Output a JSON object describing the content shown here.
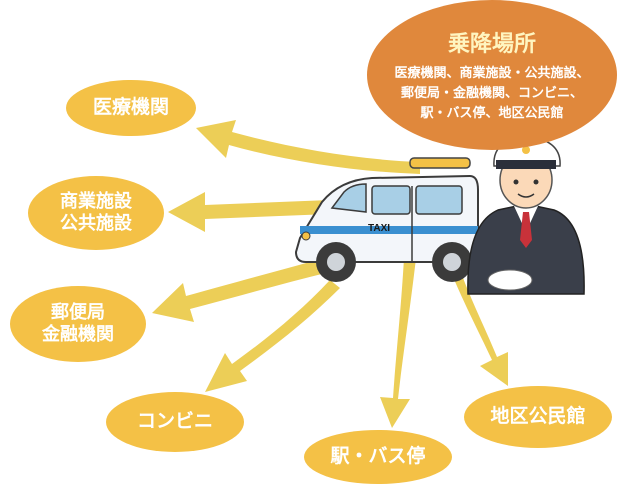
{
  "center": {
    "title": "乗降場所",
    "detail_lines": [
      "医療機関、商業施設・公共施設、",
      "郵便局・金融機関、コンビニ、",
      "駅・バス停、地区公民館"
    ]
  },
  "destinations": [
    {
      "lines": [
        "医療機関"
      ]
    },
    {
      "lines": [
        "商業施設",
        "公共施設"
      ]
    },
    {
      "lines": [
        "郵便局",
        "金融機関"
      ]
    },
    {
      "lines": [
        "コンビニ"
      ]
    },
    {
      "lines": [
        "駅・バス停"
      ]
    },
    {
      "lines": [
        "地区公民館"
      ]
    }
  ],
  "taxi_sign": "TAXI",
  "colors": {
    "bubble": "#f4c146",
    "main_bubble": "#e0883c",
    "arrow": "#ecce57",
    "taxi_stripe": "#3a8fd0"
  }
}
